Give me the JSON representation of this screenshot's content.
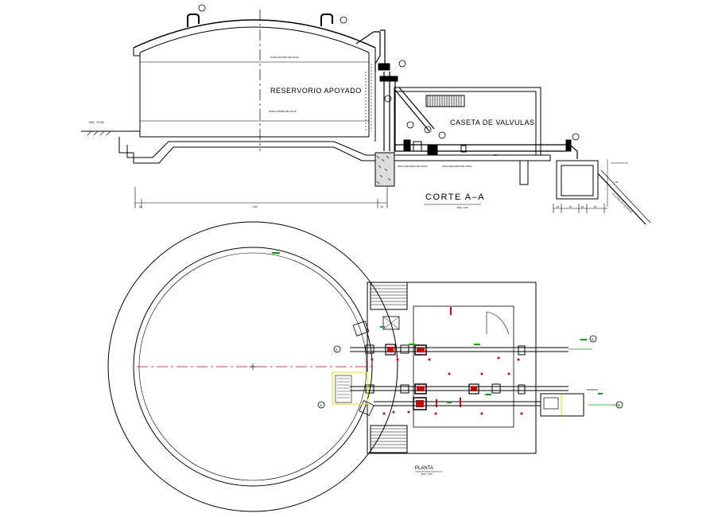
{
  "section": {
    "tank_label": "RESERVORIO APOYADO",
    "valve_house_label": "CASETA DE VALVULAS",
    "title": "CORTE A–A",
    "scale": "ESC. 1/50",
    "level_label": "NIV. +0.54",
    "water_max": "NIVEL MAXIMO DE AGUA",
    "water_min": "NIVEL MINIMO DE AGUA",
    "elbow_label_1": "ANCLAJE DADO DE CONC.",
    "elbow_label_2": "ANCLAJE DADO DE CONC.",
    "npt": "NPT",
    "dim_total": "9.00",
    "dim_left": ".20",
    "dim_right": ".20",
    "dims_box": [
      ".20",
      ".60",
      ".20",
      ".60"
    ],
    "slope_label": "A LA RED DE DESAGUE",
    "h_label": "1.00"
  },
  "plan": {
    "title": "PLANTA",
    "scale": "ESC. 1/50",
    "mark_b": "B",
    "mark_a": "A"
  },
  "colors": {
    "line": "#000000",
    "axis": "#cc0000",
    "accent_green": "#00aa00",
    "accent_yellow": "#e6e600",
    "fill_gray": "#bbbbbb"
  }
}
